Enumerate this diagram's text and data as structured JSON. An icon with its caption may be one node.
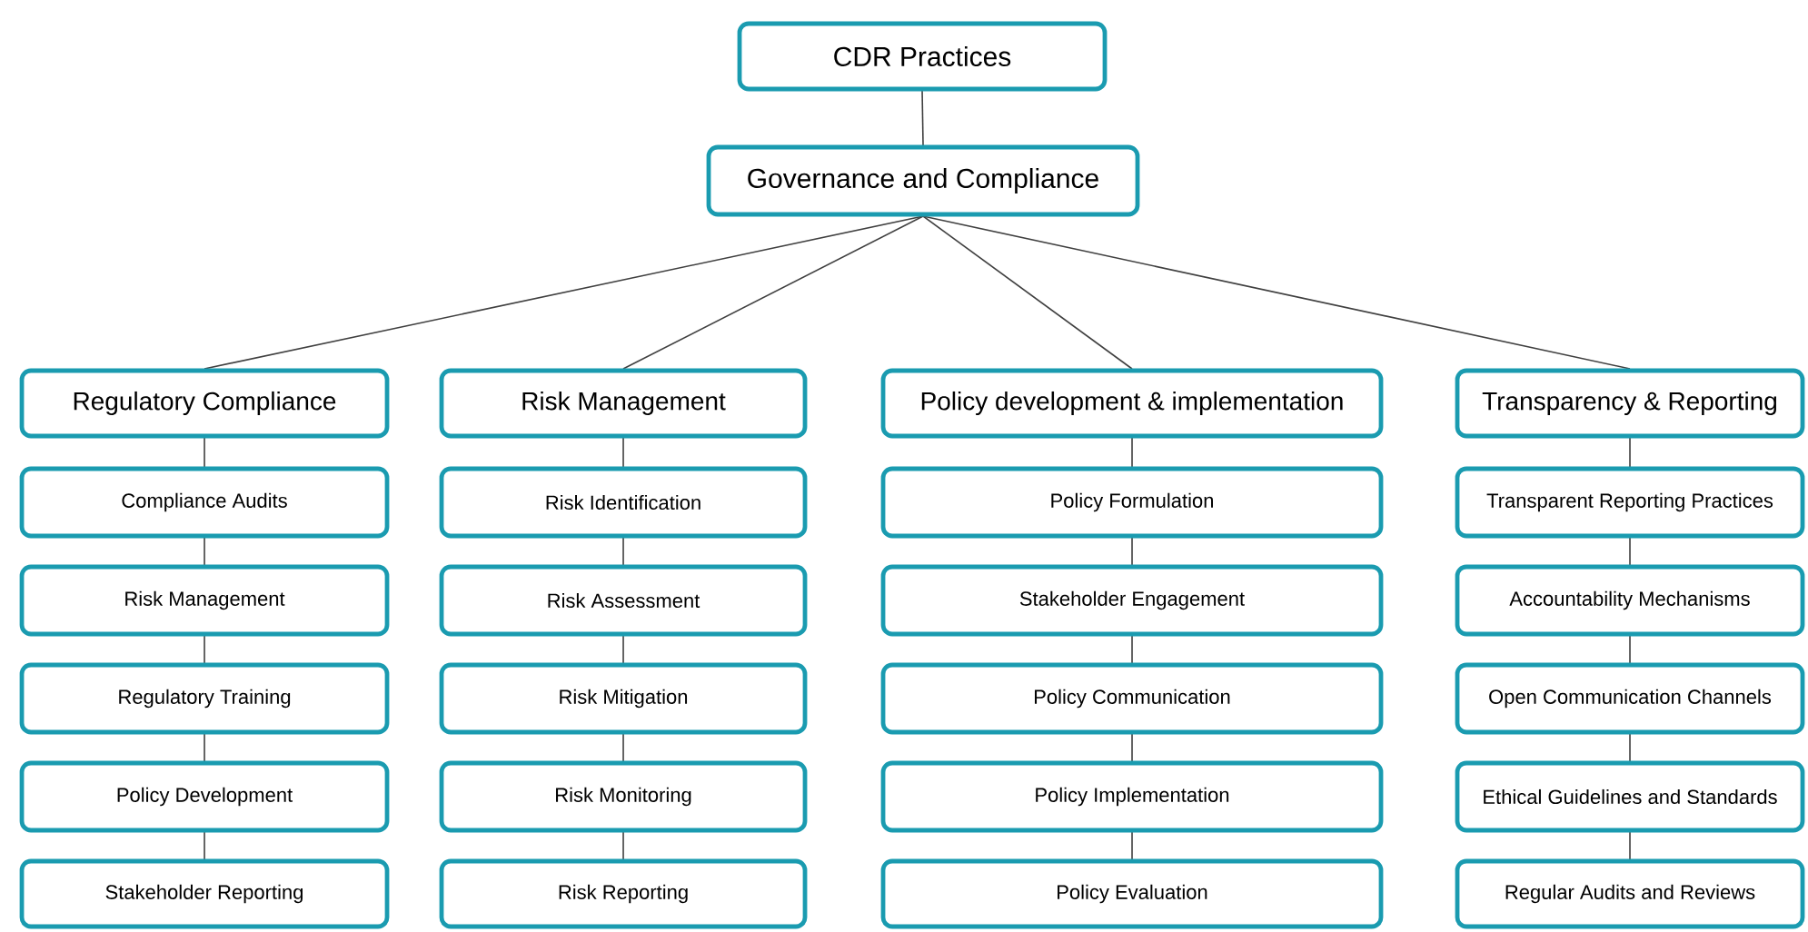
{
  "diagram": {
    "nodes": [
      {
        "text": [
          "CDR Practices"
        ]
      },
      {
        "text": [
          "Governance and Compliance"
        ]
      },
      {
        "text": [
          "Regulatory Compliance"
        ]
      },
      {
        "text": [
          "Compliance Audits"
        ]
      },
      {
        "text": [
          "Risk Management"
        ]
      },
      {
        "text": [
          "Regulatory Training"
        ]
      },
      {
        "text": [
          "Policy Development"
        ]
      },
      {
        "text": [
          "Stakeholder Reporting"
        ]
      },
      {
        "text": [
          "Risk Management"
        ]
      },
      {
        "text": [
          "Risk Identification"
        ]
      },
      {
        "text": [
          "Risk Assessment"
        ]
      },
      {
        "text": [
          "Risk Mitigation"
        ]
      },
      {
        "text": [
          "Risk Monitoring"
        ]
      },
      {
        "text": [
          "Risk Reporting"
        ]
      },
      {
        "text": [
          "Policy development & implementation"
        ]
      },
      {
        "text": [
          "Policy Formulation"
        ]
      },
      {
        "text": [
          "Stakeholder Engagement"
        ]
      },
      {
        "text": [
          "Policy Communication"
        ]
      },
      {
        "text": [
          "Policy Implementation"
        ]
      },
      {
        "text": [
          "Policy Evaluation"
        ]
      },
      {
        "text": [
          "Transparency & Reporting"
        ]
      },
      {
        "text": [
          "Transparent Reporting Practices"
        ]
      },
      {
        "text": [
          "Accountability Mechanisms"
        ]
      },
      {
        "text": [
          "Open Communication Channels"
        ]
      },
      {
        "text": [
          "Ethical Guidelines and Standards"
        ]
      },
      {
        "text": [
          "Regular Audits and Reviews"
        ]
      }
    ],
    "edges": [
      {
        "from": 0,
        "to": 1,
        "arrow": "none"
      },
      {
        "from": 1,
        "to": 2,
        "arrow": "none"
      },
      {
        "from": 1,
        "to": 8,
        "arrow": "none"
      },
      {
        "from": 1,
        "to": 14,
        "arrow": "none"
      },
      {
        "from": 1,
        "to": 20,
        "arrow": "none"
      },
      {
        "from": 2,
        "to": 3,
        "arrow": "none"
      },
      {
        "from": 3,
        "to": 4,
        "arrow": "none"
      },
      {
        "from": 4,
        "to": 5,
        "arrow": "none"
      },
      {
        "from": 5,
        "to": 6,
        "arrow": "none"
      },
      {
        "from": 6,
        "to": 7,
        "arrow": "none"
      },
      {
        "from": 8,
        "to": 9,
        "arrow": "none"
      },
      {
        "from": 9,
        "to": 10,
        "arrow": "none"
      },
      {
        "from": 10,
        "to": 11,
        "arrow": "none"
      },
      {
        "from": 11,
        "to": 12,
        "arrow": "none"
      },
      {
        "from": 12,
        "to": 13,
        "arrow": "none"
      },
      {
        "from": 14,
        "to": 15,
        "arrow": "none"
      },
      {
        "from": 15,
        "to": 16,
        "arrow": "none"
      },
      {
        "from": 16,
        "to": 17,
        "arrow": "none"
      },
      {
        "from": 17,
        "to": 18,
        "arrow": "none"
      },
      {
        "from": 18,
        "to": 19,
        "arrow": "none"
      },
      {
        "from": 20,
        "to": 21,
        "arrow": "none"
      },
      {
        "from": 21,
        "to": 22,
        "arrow": "none"
      },
      {
        "from": 22,
        "to": 23,
        "arrow": "none"
      },
      {
        "from": 23,
        "to": 24,
        "arrow": "none"
      },
      {
        "from": 24,
        "to": 25,
        "arrow": "none"
      }
    ]
  }
}
